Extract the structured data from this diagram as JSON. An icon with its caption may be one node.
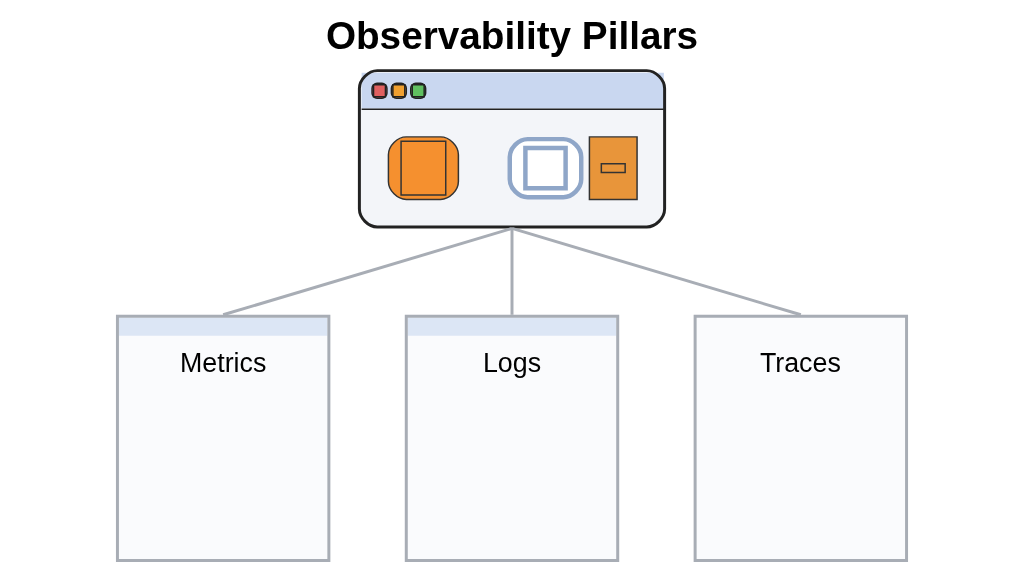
{
  "diagram": {
    "title": "Observability Pillars",
    "nodes": [
      {
        "text": [],
        "shape": "picture"
      },
      {
        "text": [
          "Metrics"
        ]
      },
      {
        "text": [
          "Logs"
        ]
      },
      {
        "text": [
          "Traces"
        ]
      }
    ],
    "edges": [
      {
        "from": 0,
        "to": 1,
        "arrow": "none"
      },
      {
        "from": 0,
        "to": 2,
        "arrow": "none"
      },
      {
        "from": 0,
        "to": 3,
        "arrow": "none"
      }
    ]
  }
}
